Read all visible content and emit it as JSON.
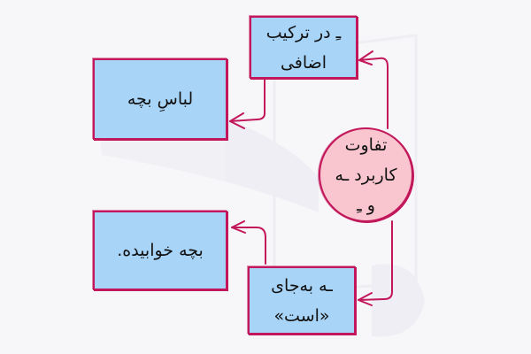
{
  "diagram": {
    "center": {
      "lines": [
        "تفاوت",
        "کاربرد ـه",
        "و ـِ"
      ]
    },
    "top_rule": {
      "lines": [
        "ـِ در ترکیب",
        "اضافی"
      ]
    },
    "top_example": {
      "text": "لباسِ بچه"
    },
    "bottom_rule": {
      "lines": [
        "ـه به‌جای",
        "«است»"
      ]
    },
    "bottom_example": {
      "text": "بچه خوابیده."
    }
  },
  "colors": {
    "background": "#f7f7fa",
    "box_fill": "#a8d4f8",
    "circle_fill": "#f9c6cf",
    "stroke": "#c2185b"
  }
}
